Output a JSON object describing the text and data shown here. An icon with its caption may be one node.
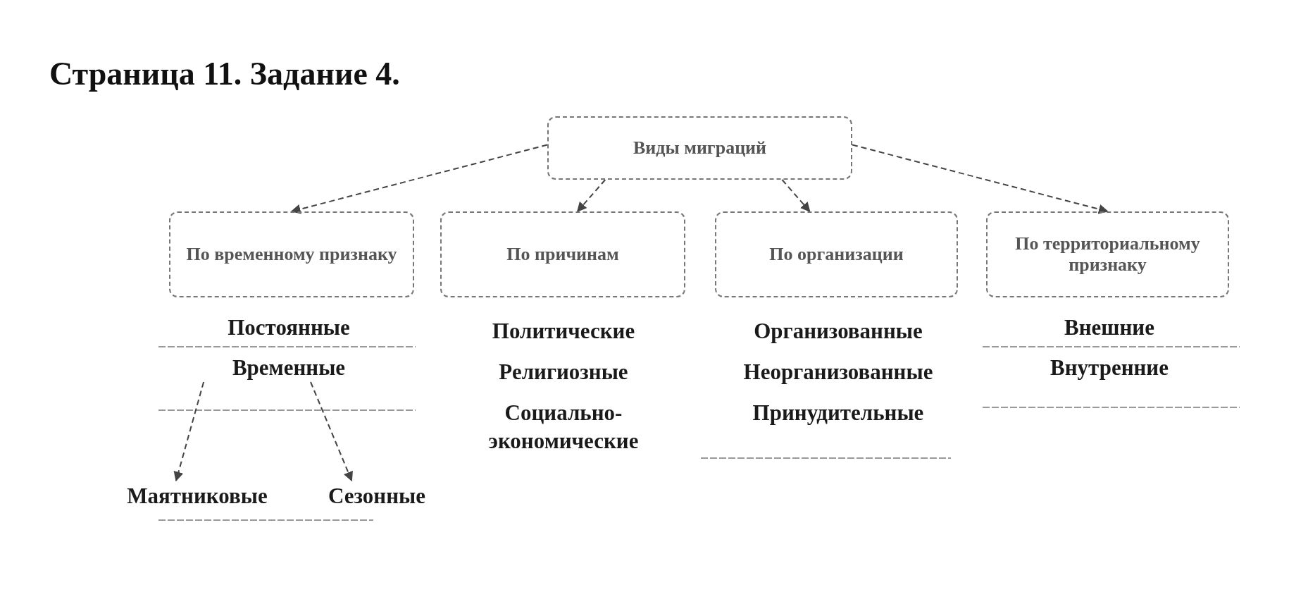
{
  "diagram": {
    "title": "Страница 11. Задание 4.",
    "nodes": [
      {
        "text": [
          "Виды миграций"
        ]
      },
      {
        "text": [
          "По временному признаку"
        ]
      },
      {
        "text": [
          "По причинам"
        ]
      },
      {
        "text": [
          "По организации"
        ]
      },
      {
        "text": [
          "По территориальному признаку"
        ]
      },
      {
        "text": [
          "Временные"
        ]
      },
      {
        "text": [
          "Маятниковые"
        ]
      },
      {
        "text": [
          "Сезонные"
        ]
      }
    ],
    "edges": [
      {
        "from": 0,
        "to": 1,
        "arrow": "to",
        "style": "dashed"
      },
      {
        "from": 0,
        "to": 2,
        "arrow": "to",
        "style": "dashed"
      },
      {
        "from": 0,
        "to": 3,
        "arrow": "to",
        "style": "dashed"
      },
      {
        "from": 0,
        "to": 4,
        "arrow": "to",
        "style": "dashed"
      },
      {
        "from": 5,
        "to": 6,
        "arrow": "to",
        "style": "dashed"
      },
      {
        "from": 5,
        "to": 7,
        "arrow": "to",
        "style": "dashed"
      }
    ],
    "labels": [
      "Постоянные",
      "Политические",
      "Религиозные",
      "Социально-экономические",
      "Организованные",
      "Неорганизованные",
      "Принудительные",
      "Внешние",
      "Внутренние"
    ]
  }
}
